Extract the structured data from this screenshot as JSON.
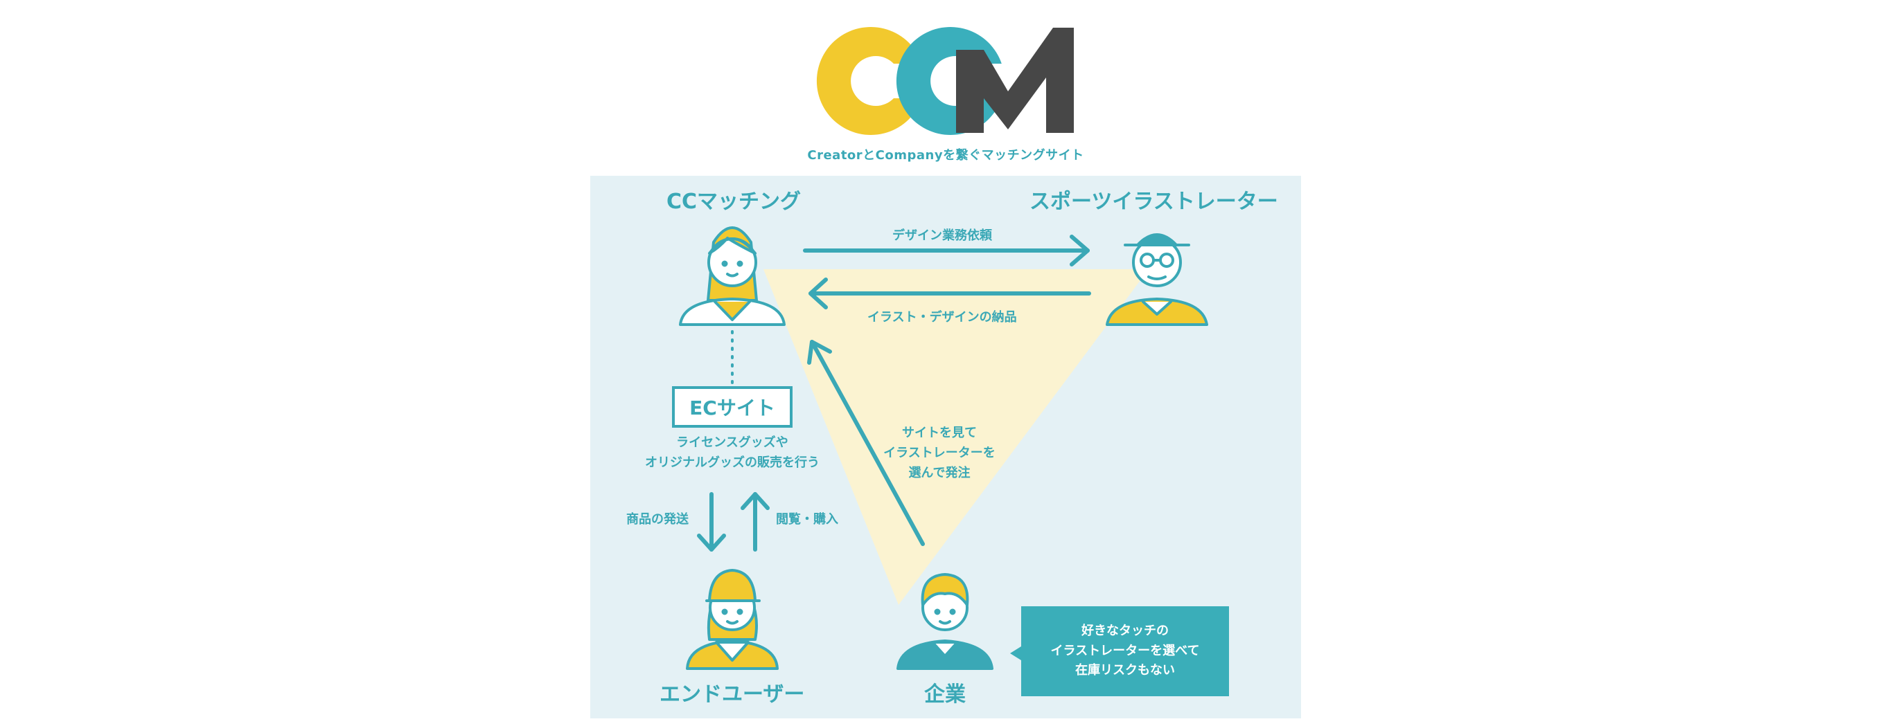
{
  "colors": {
    "teal": "#3aa8b6",
    "yellow": "#f2c92e",
    "dark": "#474747",
    "panel_bg": "#e4f1f5",
    "triangle": "#fbf3d1"
  },
  "logo": {
    "letters": "CCM"
  },
  "tagline": "CreatorとCompanyを繋ぐマッチングサイト",
  "actors": {
    "cc_matching": "CCマッチング",
    "sports_illustrator": "スポーツイラストレーター",
    "end_user": "エンドユーザー",
    "company": "企業"
  },
  "arrows": {
    "design_request": "デザイン業務依頼",
    "illustration_delivery": "イラスト・デザインの納品",
    "order": [
      "サイトを見て",
      "イラストレーターを",
      "選んで発注"
    ],
    "shipping": "商品の発送",
    "browse_purchase": "閲覧・購入"
  },
  "ec_site": {
    "title": "ECサイト",
    "description": [
      "ライセンスグッズや",
      "オリジナルグッズの販売を行う"
    ]
  },
  "callout": [
    "好きなタッチの",
    "イラストレーターを選べて",
    "在庫リスクもない"
  ],
  "icons": {
    "cc_matching": "woman-scarf-icon",
    "sports_illustrator": "man-hat-glasses-icon",
    "end_user": "girl-cap-icon",
    "company": "man-icon"
  }
}
